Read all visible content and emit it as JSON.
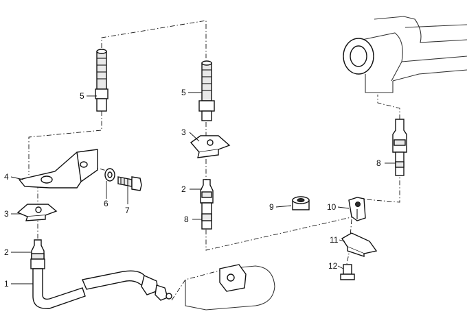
{
  "callouts": {
    "c1": "1",
    "c2a": "2",
    "c2b": "2",
    "c3a": "3",
    "c3b": "3",
    "c4": "4",
    "c5a": "5",
    "c5b": "5",
    "c6": "6",
    "c7": "7",
    "c8a": "8",
    "c8b": "8",
    "c9": "9",
    "c10": "10",
    "c11": "11",
    "c12": "12"
  }
}
